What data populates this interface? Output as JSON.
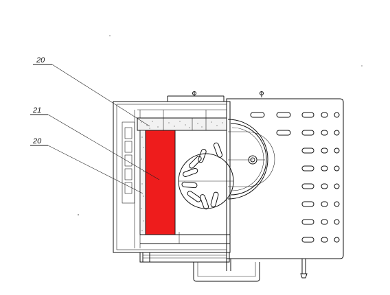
{
  "callouts": [
    {
      "label": "20"
    },
    {
      "label": "21"
    },
    {
      "label": "20"
    }
  ],
  "colors": {
    "highlight": "#ee1c1c",
    "insulation": "#f2f2f2",
    "line": "#111111"
  }
}
